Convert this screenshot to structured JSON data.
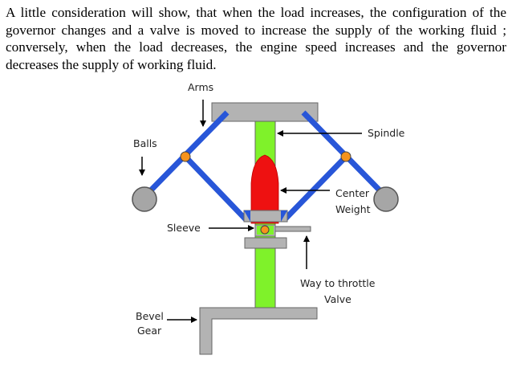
{
  "paragraph": "A little consideration will show, that when the load increases, the configuration of the governor changes and a valve is moved to increase the supply of the working fluid ; conversely, when the load decreases, the engine speed increases and the governor decreases the supply of working fluid.",
  "labels": {
    "arms": "Arms",
    "balls": "Balls",
    "spindle": "Spindle",
    "center_line1": "Center",
    "center_line2": "Weight",
    "sleeve": "Sleeve",
    "throttle_line1": "Way to throttle",
    "throttle_line2": "Valve",
    "bevel_line1": "Bevel",
    "bevel_line2": "Gear"
  },
  "colors": {
    "arm_blue": "#2856d8",
    "spindle_green": "#7ff22a",
    "weight_red": "#ee1111",
    "joint_orange": "#f5931d",
    "ball_grey": "#a6a6a6",
    "frame_grey": "#b3b3b3"
  }
}
